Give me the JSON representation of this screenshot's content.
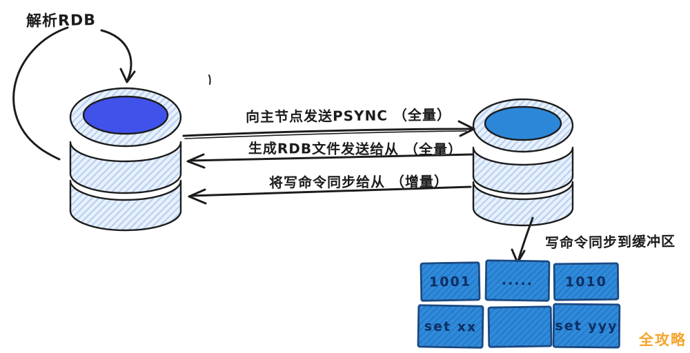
{
  "labels": {
    "parse_rdb": "解析RDB",
    "psync": "向主节点发送PSYNC （全量）",
    "rdb_send": "生成RDB文件发送给从 （全量）",
    "write_sync": "将写命令同步给从 （增量）",
    "buffer": "写命令同步到缓冲区",
    "watermark": "全攻略"
  },
  "buffer_cells": {
    "top": [
      "1001",
      ".....",
      "1010"
    ],
    "bottom": [
      "set xx",
      "",
      "set yyy"
    ]
  },
  "colors": {
    "ink": "#1c1c1c",
    "db_body": "#e9f1fc",
    "db_hatch": "#b7d0f1",
    "db_top_left": "#4152ea",
    "db_top_right": "#2d87d8",
    "buffer_fill": "#2f8bda",
    "buffer_hatch": "#2474c4",
    "buffer_border": "#174a86",
    "buffer_text": "#0e2f63",
    "watermark": "#f5a42c"
  }
}
